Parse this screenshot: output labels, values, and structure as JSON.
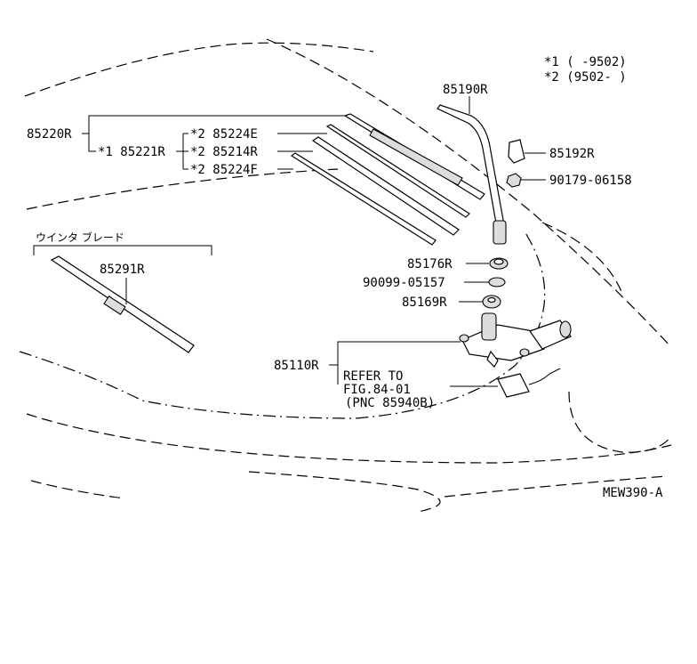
{
  "legend": {
    "line1": "*1 (     -9502)",
    "line2": "*2 (9502-     )"
  },
  "labels": {
    "p85190R": "85190R",
    "p85220R": "85220R",
    "p85221R": "*1 85221R",
    "p85224E": "*2 85224E",
    "p85214R": "*2 85214R",
    "p85224F": "*2 85224F",
    "p85192R": "85192R",
    "p90179": "90179-06158",
    "p85176R": "85176R",
    "p90099": "90099-05157",
    "p85169R": "85169R",
    "p85110R": "85110R",
    "winter_blade": "ウインタ ブレード",
    "p85291R": "85291R",
    "refer1": "REFER TO",
    "refer2": "FIG.84-01",
    "refer3": "(PNC 85940B)",
    "code": "MEW390-A"
  }
}
